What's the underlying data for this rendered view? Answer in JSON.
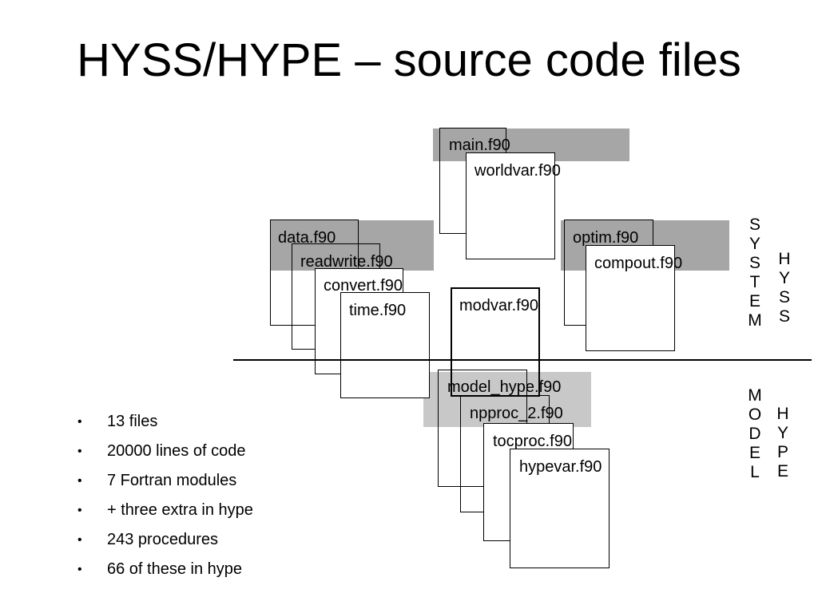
{
  "title": "HYSS/HYPE – source code files",
  "colors": {
    "band_dark": "#a6a6a6",
    "band_light": "#c8c8c8",
    "outline": "#000000"
  },
  "files": {
    "main": "main.f90",
    "worldvar": "worldvar.f90",
    "data": "data.f90",
    "readwrite": "readwrite.f90",
    "convert": "convert.f90",
    "time": "time.f90",
    "modvar": "modvar.f90",
    "optim": "optim.f90",
    "compout": "compout.f90",
    "model_hype": "model_hype.f90",
    "npproc_2": "npproc_2.f90",
    "tocproc": "tocproc.f90",
    "hypevar": "hypevar.f90"
  },
  "groups": {
    "system": "S\nY\nS\nT\nE\nM",
    "hyss": "H\nY\nS\nS",
    "model": "M\nO\nD\nE\nL",
    "hype": "H\nY\nP\nE"
  },
  "bullets": [
    "13 files",
    "20000 lines of code",
    "7 Fortran modules",
    "+ three extra in hype",
    "243 procedures",
    "66 of these in hype"
  ]
}
